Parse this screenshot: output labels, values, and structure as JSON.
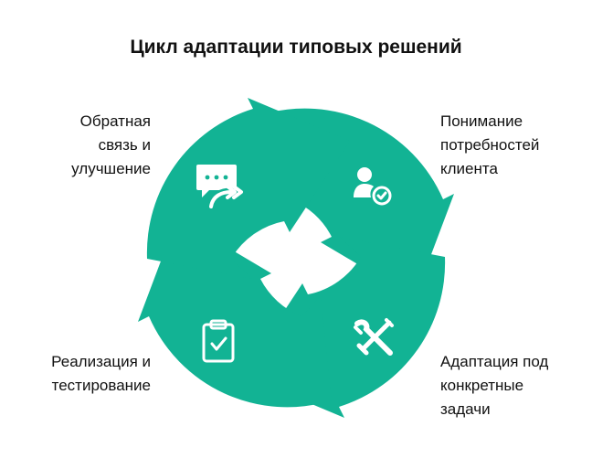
{
  "title": "Цикл адаптации типовых решений",
  "accent_color": "#12b394",
  "icon_color": "#ffffff",
  "steps": [
    {
      "label": "Понимание\nпотребностей\nклиента",
      "icon": "user-check-icon"
    },
    {
      "label": "Адаптация под\nконкретные\nзадачи",
      "icon": "tools-icon"
    },
    {
      "label": "Реализация и\nтестирование",
      "icon": "clipboard-check-icon"
    },
    {
      "label": "Обратная\nсвязь и\nулучшение",
      "icon": "chat-forward-icon"
    }
  ]
}
